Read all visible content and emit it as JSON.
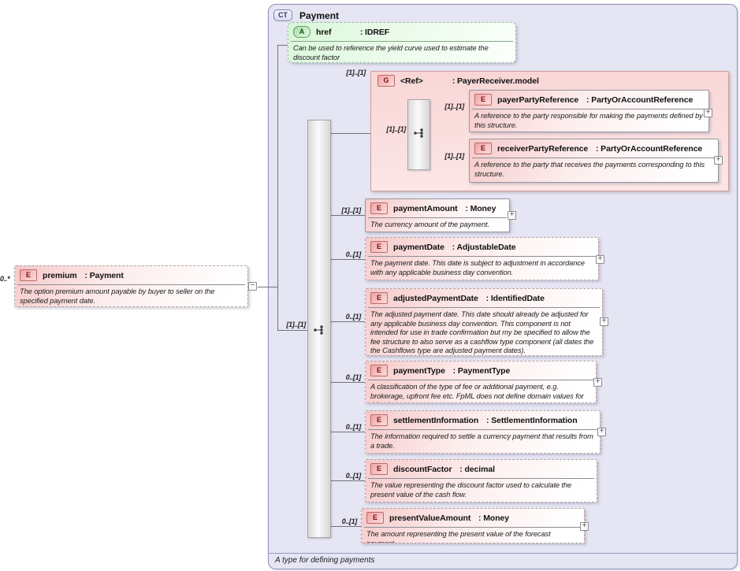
{
  "diagram": {
    "header": {
      "badge": "CT",
      "title": "Payment"
    },
    "footer_note": "A type for defining payments",
    "symbols": {
      "expand": "+",
      "collapse": "−"
    },
    "attribute_href": {
      "badge": "A",
      "name": "href",
      "type": "IDREF",
      "annotation": "Can be used to reference the yield curve used to estimate the discount factor"
    },
    "premium": {
      "cardinality": "0..*",
      "badge": "E",
      "name": "premium",
      "type": "Payment",
      "annotation": "The option premium amount payable by buyer to seller on the specified payment date."
    },
    "root_sequence": {
      "cardinality": "[1]..[1]"
    },
    "group": {
      "cardinality": "[1]..[1]",
      "badge": "G",
      "name": "<Ref>",
      "type": "PayerReceiver.model",
      "sequence_cardinality": "[1]..[1]",
      "children": [
        {
          "cardinality": "[1]..[1]",
          "badge": "E",
          "name": "payerPartyReference",
          "type": "PartyOrAccountReference",
          "annotation": "A reference to the party responsible for making the payments defined by this structure."
        },
        {
          "cardinality": "[1]..[1]",
          "badge": "E",
          "name": "receiverPartyReference",
          "type": "PartyOrAccountReference",
          "annotation": "A reference to the party that receives the payments corresponding to this structure."
        }
      ]
    },
    "elements": [
      {
        "cardinality": "[1]..[1]",
        "badge": "E",
        "name": "paymentAmount",
        "type": "Money",
        "annotation": "The currency amount of the payment."
      },
      {
        "cardinality": "0..[1]",
        "badge": "E",
        "name": "paymentDate",
        "type": "AdjustableDate",
        "annotation": "The payment date. This date is subject to adjustment in accordance with any applicable business day convention."
      },
      {
        "cardinality": "0..[1]",
        "badge": "E",
        "name": "adjustedPaymentDate",
        "type": "IdentifiedDate",
        "annotation": "The adjusted payment date. This date should already be adjusted for any applicable business day convention. This component is not intended for use in trade confirmation but my be specified to allow the fee structure to also serve as a cashflow type component (all dates the the Cashflows type are adjusted payment dates)."
      },
      {
        "cardinality": "0..[1]",
        "badge": "E",
        "name": "paymentType",
        "type": "PaymentType",
        "annotation": "A classification of the type of fee or additional payment, e.g. brokerage, upfront fee etc. FpML does not define domain values for this element."
      },
      {
        "cardinality": "0..[1]",
        "badge": "E",
        "name": "settlementInformation",
        "type": "SettlementInformation",
        "annotation": "The information required to settle a currency payment that results from a trade."
      },
      {
        "cardinality": "0..[1]",
        "badge": "E",
        "name": "discountFactor",
        "type": "decimal",
        "annotation": "The value representing the discount factor used to calculate the present value of the cash flow."
      },
      {
        "cardinality": "0..[1]",
        "badge": "E",
        "name": "presentValueAmount",
        "type": "Money",
        "annotation": "The amount representing the present value of the forecast payment."
      }
    ]
  }
}
